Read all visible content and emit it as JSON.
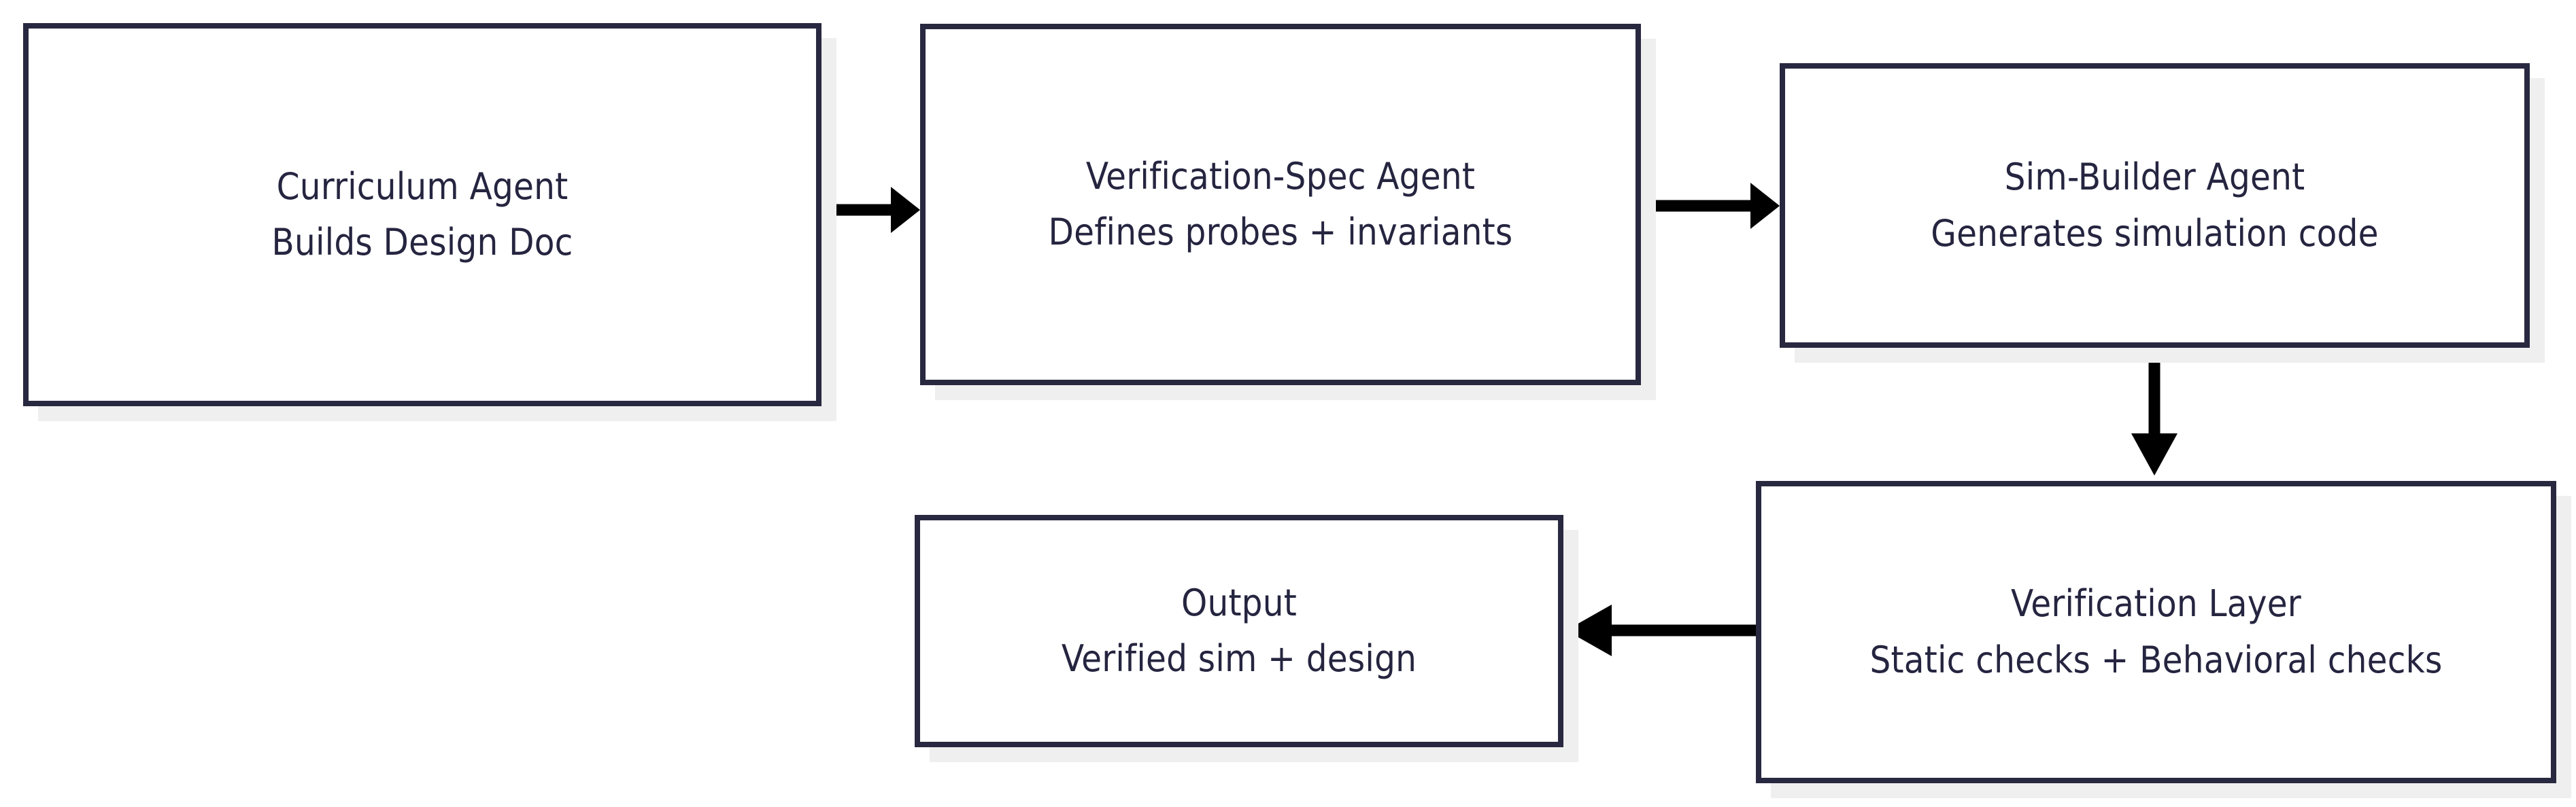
{
  "diagram": {
    "type": "flowchart",
    "orientation": "left-to-right with downward turn",
    "background_color": "#ffffff",
    "node_border_color": "#282840",
    "node_fill_color": "#ffffff",
    "node_shadow_color": "#efefef",
    "arrow_color": "#000000",
    "text_color": "#252540",
    "nodes": [
      {
        "id": "curriculum",
        "name": "curriculum-agent",
        "line1": "Curriculum Agent",
        "line2": "Builds Design Doc",
        "label": "Curriculum Agent\nBuilds Design Doc"
      },
      {
        "id": "verification_spec",
        "name": "verification-spec-agent",
        "line1": "Verification-Spec Agent",
        "line2": "Defines probes + invariants",
        "label": "Verification-Spec Agent\nDefines probes + invariants"
      },
      {
        "id": "sim_builder",
        "name": "sim-builder-agent",
        "line1": "Sim-Builder Agent",
        "line2": "Generates simulation code",
        "label": "Sim-Builder Agent\nGenerates simulation code"
      },
      {
        "id": "verification_layer",
        "name": "verification-layer",
        "line1": "Verification Layer",
        "line2": "Static checks + Behavioral checks",
        "label": "Verification Layer\nStatic checks + Behavioral checks"
      },
      {
        "id": "output",
        "name": "output-node",
        "line1": "Output",
        "line2": "Verified sim + design",
        "label": "Output\nVerified sim + design"
      }
    ],
    "edges": [
      {
        "id": "e1",
        "from": "curriculum",
        "to": "verification_spec",
        "direction": "right",
        "label": ""
      },
      {
        "id": "e2",
        "from": "verification_spec",
        "to": "sim_builder",
        "direction": "right",
        "label": ""
      },
      {
        "id": "e3",
        "from": "sim_builder",
        "to": "verification_layer",
        "direction": "down",
        "label": ""
      },
      {
        "id": "e4",
        "from": "verification_layer",
        "to": "output",
        "direction": "left",
        "label": ""
      }
    ]
  }
}
